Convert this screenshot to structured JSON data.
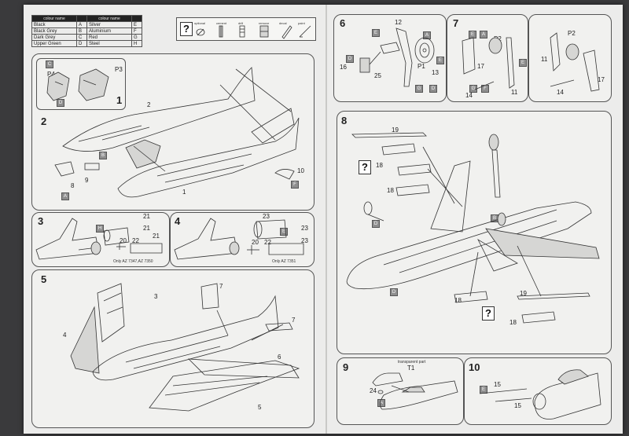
{
  "colour_table": {
    "header_left": "colour name",
    "header_right": "colour name",
    "rows": [
      {
        "left": "Black",
        "left_code": "A",
        "right": "Silver",
        "right_code": "E"
      },
      {
        "left": "Black Grey",
        "left_code": "B",
        "right": "Aluminium",
        "right_code": "F"
      },
      {
        "left": "Dark Grey",
        "left_code": "C",
        "right": "Red",
        "right_code": "G"
      },
      {
        "left": "Upper Green",
        "left_code": "D",
        "right": "Steel",
        "right_code": "H"
      }
    ]
  },
  "legend": {
    "symbol": "?",
    "items": [
      "optional",
      "cement",
      "drill",
      "remove",
      "decal",
      "paint"
    ]
  },
  "steps": {
    "s1": {
      "number": "1",
      "parts": [
        "P4",
        "P3",
        "2"
      ]
    },
    "s2": {
      "number": "2",
      "parts": [
        "8",
        "9",
        "1",
        "10"
      ]
    },
    "s3": {
      "number": "3",
      "parts": [
        "21",
        "21",
        "20",
        "22",
        "21"
      ],
      "note": "Only AZ 7347,AZ 7350"
    },
    "s4": {
      "number": "4",
      "parts": [
        "23",
        "23",
        "20",
        "22",
        "23"
      ],
      "note": "Only AZ 7351"
    },
    "s5": {
      "number": "5",
      "parts": [
        "3",
        "4",
        "7",
        "7",
        "6",
        "5"
      ]
    },
    "s6": {
      "number": "6",
      "parts": [
        "12",
        "16",
        "25",
        "P1",
        "13"
      ]
    },
    "s7": {
      "number": "7",
      "parts": [
        "P2",
        "17",
        "14",
        "11",
        "P2",
        "11",
        "17",
        "14"
      ]
    },
    "s8": {
      "number": "8",
      "parts": [
        "19",
        "18",
        "18",
        "18",
        "19",
        "18"
      ]
    },
    "s9": {
      "number": "9",
      "parts": [
        "T1",
        "24"
      ],
      "note": "transparent part"
    },
    "s10": {
      "number": "10",
      "parts": [
        "15",
        "15"
      ]
    }
  },
  "color_codes": {
    "A": "A",
    "B": "B",
    "C": "C",
    "D": "D",
    "E": "E",
    "F": "F",
    "G": "G",
    "H": "H"
  }
}
